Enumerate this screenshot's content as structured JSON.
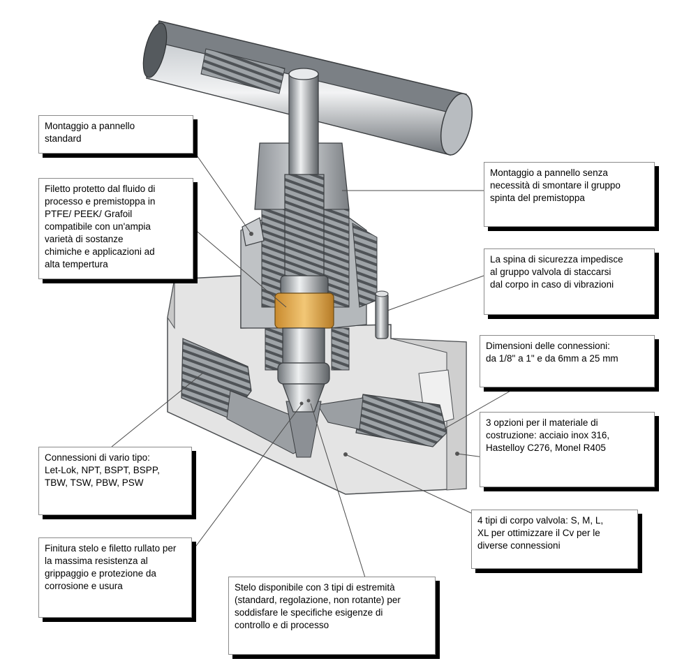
{
  "callouts": {
    "montaggio_standard": "Montaggio a pannello\nstandard",
    "filetto_protetto": "Filetto protetto dal fluido di\nprocesso e premistoppa in\nPTFE/ PEEK/ Grafoil\ncompatibile con un'ampia\nvarietà di sostanze\nchimiche e applicazioni ad\nalta tempertura",
    "montaggio_senza_smontare": "Montaggio a pannello senza\nnecessità di smontare il gruppo\nspinta del premistoppa",
    "spina_sicurezza": "La spina di sicurezza impedisce\nal gruppo valvola di staccarsi\ndal corpo in caso di vibrazioni",
    "dimensioni_connessioni": "Dimensioni delle connessioni:\nda 1/8\" a 1\" e da 6mm a 25 mm",
    "opzioni_materiale": "3 opzioni per il materiale di\ncostruzione: acciaio inox 316,\nHastelloy C276, Monel R405",
    "tipi_corpo": "4 tipi di corpo valvola: S, M, L,\nXL per ottimizzare il Cv per le\ndiverse connessioni",
    "connessioni_tipo": "Connessioni di vario tipo:\nLet-Lok, NPT, BSPT, BSPP,\nTBW, TSW, PBW, PSW",
    "finitura_stelo": "Finitura stelo e filetto rullato per\nla massima resistenza al\ngrippaggio e protezione da\ncorrosione e usura",
    "stelo_estremita": "Stelo disponibile con 3 tipi di estremità\n(standard, regolazione, non rotante) per\nsoddisfare le specifiche esigenze di\ncontrollo e di processo"
  },
  "colors": {
    "metal_dark": "#6e7378",
    "metal_mid": "#a4a9ae",
    "metal_light": "#d6d9dc",
    "body_face": "#dcdcdc",
    "packing_ring": "#e0a84a",
    "shadow": "#000000"
  }
}
